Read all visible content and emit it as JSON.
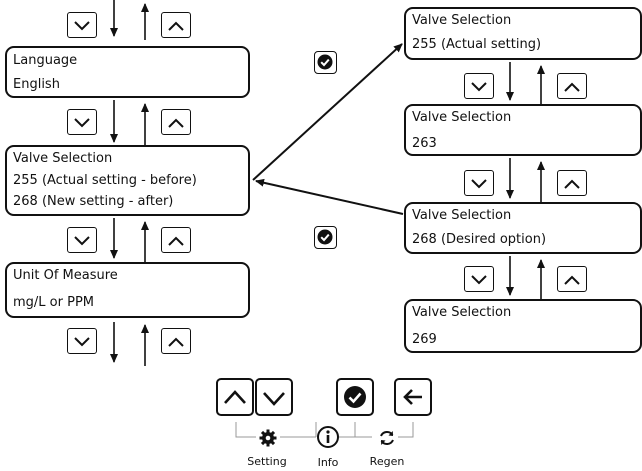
{
  "left_column": {
    "language_screen": {
      "line1": "Language",
      "line2": "English"
    },
    "valve_screen": {
      "line1": "Valve Selection",
      "line2": "255 (Actual setting - before)",
      "line3": "268 (New setting - after)"
    },
    "unit_screen": {
      "line1": "Unit Of Measure",
      "line2": "mg/L or PPM"
    }
  },
  "right_column": {
    "screen1": {
      "line1": "Valve Selection",
      "line2": "255 (Actual setting)"
    },
    "screen2": {
      "line1": "Valve Selection",
      "line2": "263"
    },
    "screen3": {
      "line1": "Valve Selection",
      "line2": "268 (Desired option)"
    },
    "screen4": {
      "line1": "Valve Selection",
      "line2": "269"
    }
  },
  "keypad": {
    "setting_label": "Setting",
    "info_label": "Info",
    "regen_label": "Regen"
  }
}
